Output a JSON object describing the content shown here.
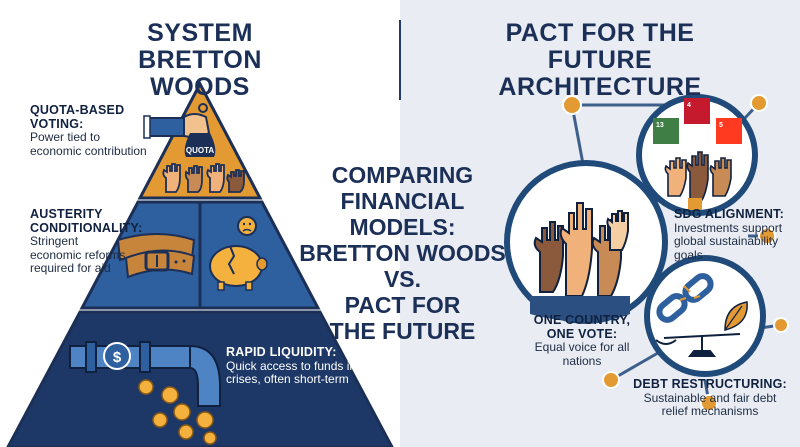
{
  "left": {
    "title_line1": "SYSTEM",
    "title_line2": "BRETTON WOODS",
    "quota": {
      "heading_line1": "QUOTA-BASED",
      "heading_line2": "VOTING:",
      "text_line1": "Power tied to",
      "text_line2": "economic contribution",
      "bag_label": "QUOTA"
    },
    "austerity": {
      "heading_line1": "AUSTERITY",
      "heading_line2": "CONDITIONALITY:",
      "text_line1": "Stringent",
      "text_line2": "economic reforms",
      "text_line3": "required for aid"
    },
    "liquidity": {
      "heading": "RAPID LIQUIDITY:",
      "text_line1": "Quick access to funds in",
      "text_line2": "crises, often short-term"
    }
  },
  "center": {
    "line1": "COMPARING",
    "line2": "FINANCIAL MODELS:",
    "line3": "BRETTON WOODS",
    "line4": "VS.",
    "line5": "PACT FOR",
    "line6": "THE FUTURE"
  },
  "right": {
    "title_line1": "PACT FOR THE FUTURE",
    "title_line2": "ARCHITECTURE",
    "sdg": {
      "heading": "SDG ALIGNMENT:",
      "text_line1": "Investments support",
      "text_line2": "global sustainability",
      "text_line3": "goals",
      "tiles": [
        "13",
        "4",
        "5"
      ]
    },
    "one_country": {
      "heading_line1": "ONE COUNTRY,",
      "heading_line2": "ONE VOTE:",
      "text_line1": "Equal voice for all",
      "text_line2": "nations"
    },
    "debt": {
      "heading": "DEBT RESTRUCTURING:",
      "text_line1": "Sustainable and fair debt",
      "text_line2": "relief mechanisms"
    }
  },
  "icons": [
    "hand-on-bag-icon",
    "raised-hands-icon",
    "tight-belt-icon",
    "broken-piggy-bank-icon",
    "pipe-coins-icon",
    "sdg-tiles-icon",
    "broken-chain-icon",
    "balance-scale-icon",
    "leaf-icon"
  ],
  "colors": {
    "navy": "#1b2f57",
    "orange": "#e39a32",
    "blue": "#2e5f9e",
    "dark_blue": "#1d3866",
    "light_bg": "#e9edf3"
  }
}
